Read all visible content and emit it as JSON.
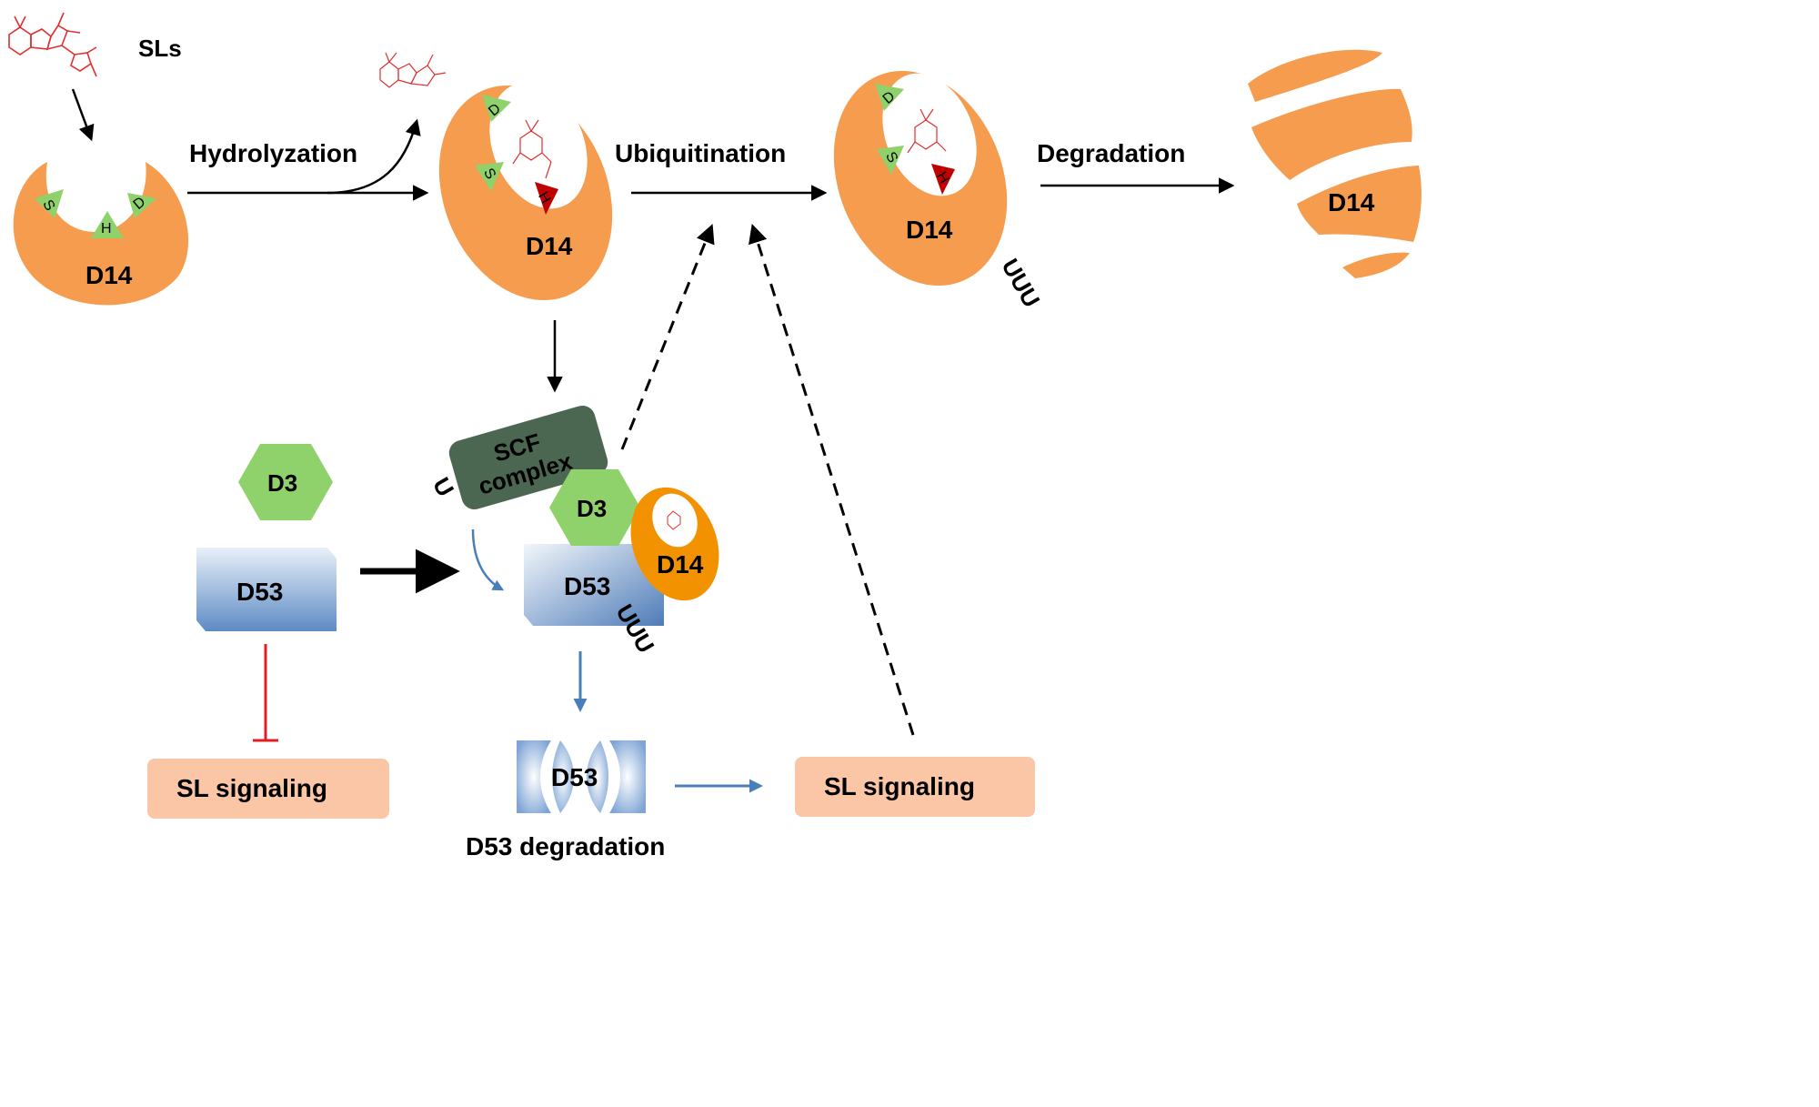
{
  "sls_label": "SLs",
  "steps": {
    "hydrolyzation": "Hydrolyzation",
    "ubiquitination": "Ubiquitination",
    "degradation": "Degradation"
  },
  "proteins": {
    "d14": "D14",
    "d3": "D3",
    "d53": "D53"
  },
  "residues": {
    "s": "S",
    "h": "H",
    "d": "D"
  },
  "ubiquitin": {
    "chain": "UUU",
    "single": "U"
  },
  "scf": {
    "line1": "SCF",
    "line2": "complex"
  },
  "signaling": {
    "left": "SL signaling",
    "right": "SL signaling"
  },
  "d53_degradation": "D53 degradation",
  "colors": {
    "orange": "#F59C4E",
    "bright_orange": "#F39200",
    "green": "#8FD16B",
    "dark_red": "#C00000",
    "scf": "#4B6751",
    "blue": "#4A7EBB",
    "inhibit_red": "#E02020",
    "signal_box": "#FBC6A6",
    "molecule_red": "#E03030"
  }
}
